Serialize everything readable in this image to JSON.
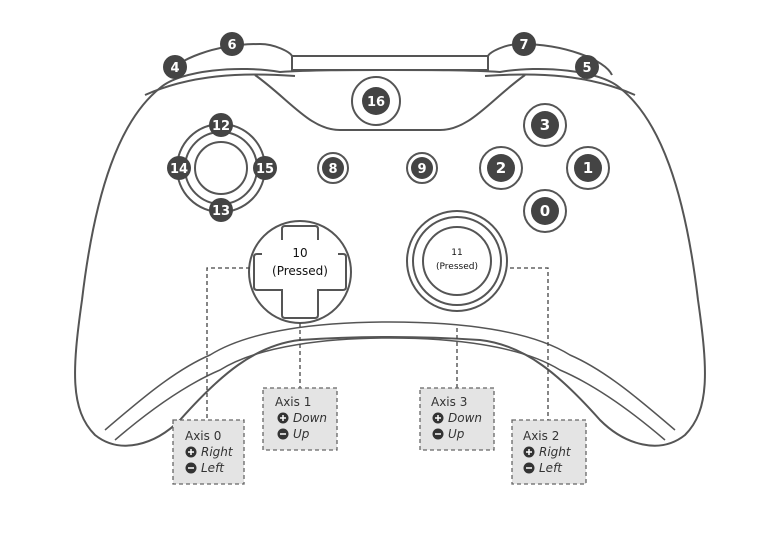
{
  "buttons": {
    "b0": "0",
    "b1": "1",
    "b2": "2",
    "b3": "3",
    "b4": "4",
    "b5": "5",
    "b6": "6",
    "b7": "7",
    "b8": "8",
    "b9": "9",
    "b12": "12",
    "b13": "13",
    "b14": "14",
    "b15": "15",
    "b16": "16"
  },
  "sticks": {
    "left": {
      "number": "10",
      "state": "(Pressed)"
    },
    "right": {
      "number": "11",
      "state": "(Pressed)"
    }
  },
  "axes": {
    "axis0": {
      "title": "Axis 0",
      "plus": "Right",
      "minus": "Left"
    },
    "axis1": {
      "title": "Axis 1",
      "plus": "Down",
      "minus": "Up"
    },
    "axis2": {
      "title": "Axis 2",
      "plus": "Right",
      "minus": "Left"
    },
    "axis3": {
      "title": "Axis 3",
      "plus": "Down",
      "minus": "Up"
    }
  },
  "colors": {
    "outline": "#555555",
    "button_fill": "#444444",
    "label_box": "#e4e4e4"
  }
}
